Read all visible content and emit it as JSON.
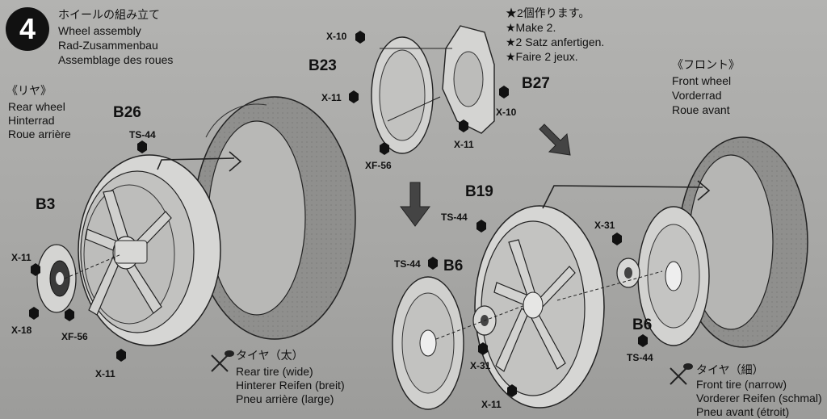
{
  "step": {
    "number": "4",
    "title_ja": "ホイールの組み立て",
    "title_en": "Wheel assembly",
    "title_de": "Rad-Zusammenbau",
    "title_fr": "Assemblage des roues"
  },
  "rear": {
    "heading_ja": "《リヤ》",
    "heading_en": "Rear wheel",
    "heading_de": "Hinterrad",
    "heading_fr": "Roue arrière",
    "tire_ja": "タイヤ（太）",
    "tire_en": "Rear tire (wide)",
    "tire_de": "Hinterer Reifen (breit)",
    "tire_fr": "Pneu arrière (large)"
  },
  "front": {
    "heading_ja": "《フロント》",
    "heading_en": "Front wheel",
    "heading_de": "Vorderrad",
    "heading_fr": "Roue avant",
    "tire_ja": "タイヤ（細）",
    "tire_en": "Front tire (narrow)",
    "tire_de": "Vorderer Reifen (schmal)",
    "tire_fr": "Pneu avant (étroit)"
  },
  "make_two": {
    "ja": "★2個作ります。",
    "en": "★Make 2.",
    "de": "★2 Satz anfertigen.",
    "fr": "★Faire 2 jeux."
  },
  "parts": {
    "b26": "B26",
    "b3": "B3",
    "b23": "B23",
    "b27": "B27",
    "b19": "B19",
    "b6_top": "B6",
    "b6_right": "B6"
  },
  "fasteners": {
    "ts44_rear": "TS-44",
    "x11_rear_left": "X-11",
    "x18": "X-18",
    "xf56_rear": "XF-56",
    "x11_rear_bottom": "X-11",
    "x10_top": "X-10",
    "x11_brake": "X-11",
    "xf56_brake": "XF-56",
    "x10_right": "X-10",
    "x11_brake_right": "X-11",
    "ts44_b19": "TS-44",
    "ts44_b6": "TS-44",
    "x31_right": "X-31",
    "ts44_right": "TS-44",
    "x31_bottom": "X-31",
    "x11_front_bottom": "X-11"
  }
}
